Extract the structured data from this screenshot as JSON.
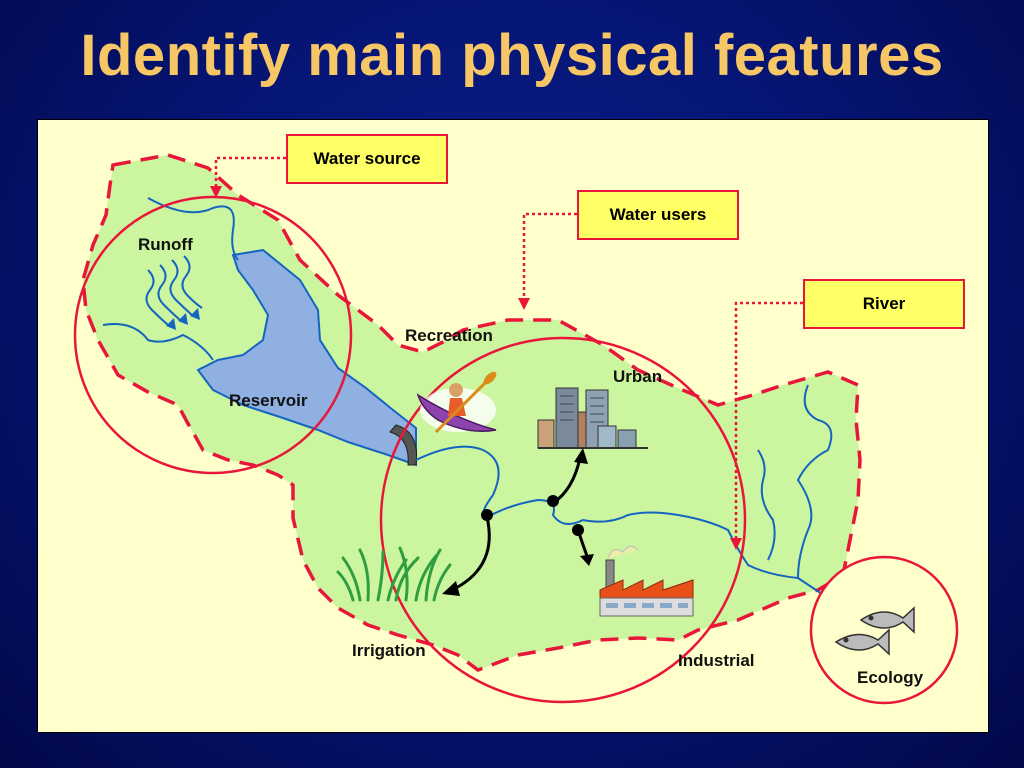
{
  "title": "Identify main physical features",
  "callouts": {
    "water_source": "Water source",
    "water_users": "Water users",
    "river": "River"
  },
  "labels": {
    "runoff": "Runoff",
    "reservoir": "Reservoir",
    "recreation": "Recreation",
    "urban": "Urban",
    "irrigation": "Irrigation",
    "industrial": "Industrial",
    "ecology": "Ecology"
  },
  "colors": {
    "background": "#061677",
    "title": "#f7c766",
    "panel": "#ffffcc",
    "land": "#ccf5a0",
    "boundary": "#e8173a",
    "water": "#8fb0e0",
    "river": "#1565c0",
    "callout_fill": "#ffff66"
  },
  "icons": [
    "runoff-arrows-icon",
    "kayak-icon",
    "city-buildings-icon",
    "grass-icon",
    "factory-icon",
    "fish-icon"
  ]
}
